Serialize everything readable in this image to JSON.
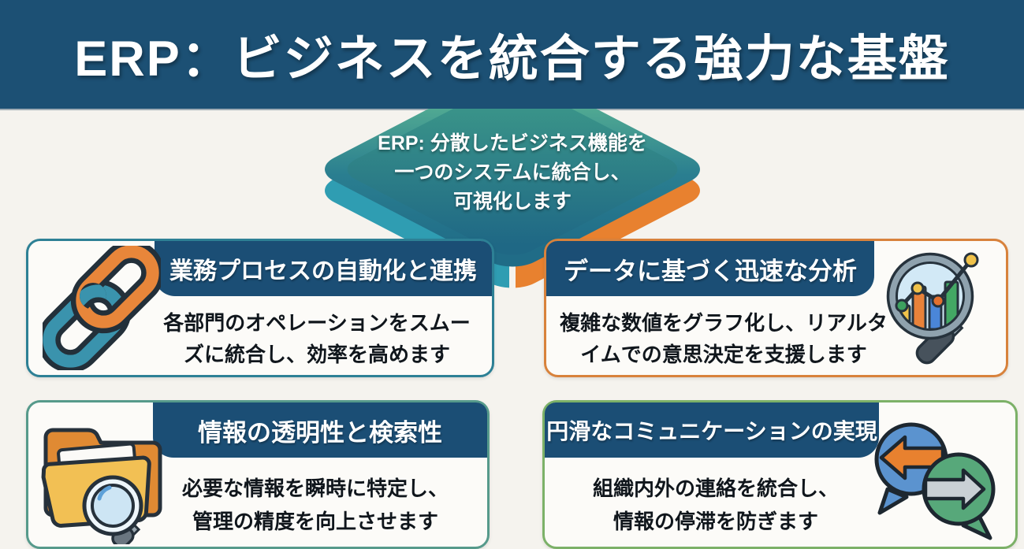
{
  "page": {
    "background_color": "#f5f3ee"
  },
  "header": {
    "title": "ERP：ビジネスを統合する強力な基盤",
    "background_color": "#1c5074",
    "text_color": "#ffffff"
  },
  "diamond": {
    "caption": "ERP: 分散したビジネス機能を\n一つのシステムに統合し、\n可視化します",
    "top_gradient_start": "#55ae92",
    "top_gradient_end": "#206c87",
    "left_side_color": "#2f9db2",
    "right_side_color": "#e8812f",
    "text_color": "#ffffff"
  },
  "cards": [
    {
      "title": "業務プロセスの自動化と連携",
      "body": "各部門のオペレーションをスムー\nズに統合し、効率を高めます",
      "border_color": "#2d8095",
      "banner_color": "#1b4e75",
      "icon": "chain-link-icon"
    },
    {
      "title": "データに基づく迅速な分析",
      "body": "複雑な数値をグラフ化し、リアルタ\nイムでの意思決定を支援します",
      "border_color": "#d8823c",
      "banner_color": "#1b4e75",
      "icon": "magnifier-chart-icon"
    },
    {
      "title": "情報の透明性と検索性",
      "body": "必要な情報を瞬時に特定し、\n管理の精度を向上させます",
      "border_color": "#569a8b",
      "banner_color": "#1b4e75",
      "icon": "folder-search-icon"
    },
    {
      "title": "円滑なコミュニケーションの実現",
      "body": "組織内外の連絡を統合し、\n情報の停滞を防ぎます",
      "border_color": "#7cb168",
      "banner_color": "#1b4e75",
      "icon": "speech-bubbles-icon"
    }
  ]
}
